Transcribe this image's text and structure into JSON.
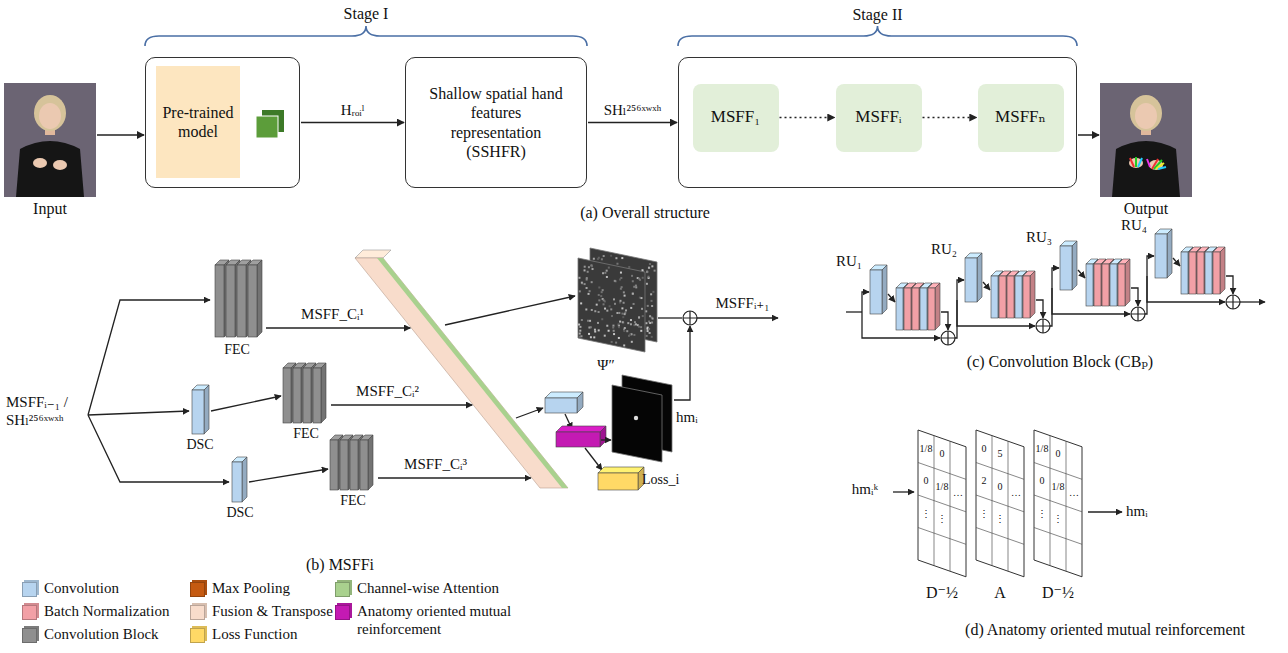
{
  "diagram": {
    "nodes": [
      {
        "text": [
          "Input"
        ]
      },
      {
        "text": [
          "Pre-trained model"
        ]
      },
      {
        "text": [
          "Shallow spatial hand features representation (SSHFR)"
        ]
      },
      {
        "text": [
          "Stage II"
        ]
      },
      {
        "text": [
          "MSFF₁"
        ],
        "in": 3
      },
      {
        "text": [
          "MSFFᵢ"
        ],
        "in": 3
      },
      {
        "text": [
          "MSFFₙ"
        ],
        "in": 3
      },
      {
        "text": [
          "Output"
        ]
      }
    ],
    "edges": [
      {
        "from": 0,
        "to": 1,
        "arrow": "to"
      },
      {
        "from": 1,
        "to": 2,
        "label": "Hᵣₒᵢˡ",
        "arrow": "to"
      },
      {
        "from": 2,
        "to": 3,
        "label": "SHₗ²⁵⁶ˣʷˣʰ",
        "arrow": "to"
      },
      {
        "from": 4,
        "to": 5,
        "arrow": "to"
      },
      {
        "from": 5,
        "to": 6,
        "arrow": "to"
      },
      {
        "from": 3,
        "to": 7,
        "arrow": "to"
      }
    ],
    "labels": [
      "Stage I",
      "(a) Overall structure",
      "MSFFᵢ₋₁ / SHₗ²⁵⁶ˣʷˣʰ",
      "FEC",
      "FEC",
      "FEC",
      "DSC",
      "DSC",
      "MSFF_Cᵢ¹",
      "MSFF_Cᵢ²",
      "MSFF_Cᵢ³",
      "Ψ″",
      "MSFFᵢ₊₁",
      "hmᵢ",
      "Loss_i",
      "(b) MSFFi",
      "RU₁",
      "RU₂",
      "RU₃",
      "RU₄",
      "(c) Convolution Block (CBₚ)",
      "hmᵢᵏ",
      "hmᵢ",
      "D⁻½",
      "A",
      "D⁻½",
      "(d) Anatomy oriented mutual reinforcement",
      "1/8",
      "0",
      "0",
      "1/8",
      "…",
      "⋮",
      "⋮",
      "0",
      "5",
      "2",
      "0",
      "…",
      "⋮",
      "⋮",
      "1/8",
      "0",
      "0",
      "1/8",
      "…",
      "⋮",
      "⋮"
    ],
    "legend": [
      {
        "text": "Convolution",
        "color": "#b7d4ef"
      },
      {
        "text": "Batch Normalization",
        "color": "#f2a0a6"
      },
      {
        "text": "Convolution Block",
        "color": "#8f8f8f"
      },
      {
        "text": "Max Pooling",
        "color": "#c55a11"
      },
      {
        "text": "Fusion & Transpose",
        "color": "#f8dccb"
      },
      {
        "text": "Loss Function",
        "color": "#ffd966"
      },
      {
        "text": "Channel-wise Attention",
        "color": "#a9d18e"
      },
      {
        "text": "Anatomy oriented mutual reinforcement",
        "color": "#c41ab3"
      }
    ]
  }
}
